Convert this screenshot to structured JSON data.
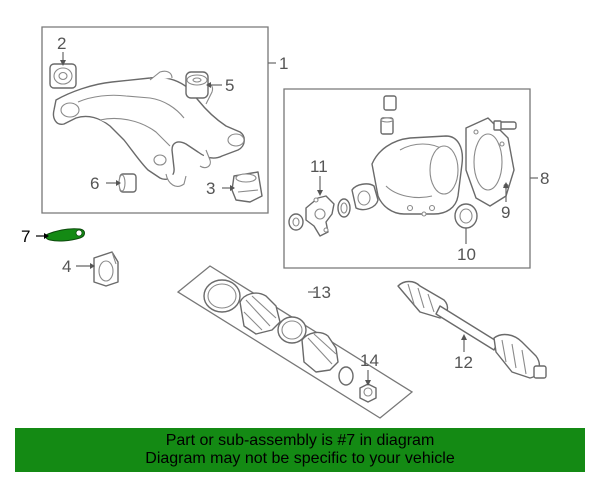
{
  "callouts": {
    "c1": "1",
    "c2": "2",
    "c3": "3",
    "c4": "4",
    "c5": "5",
    "c6": "6",
    "c7": "7",
    "c8": "8",
    "c9": "9",
    "c10": "10",
    "c11": "11",
    "c12": "12",
    "c13": "13",
    "c14": "14"
  },
  "banner": {
    "line1": "Part or sub-assembly is #7 in diagram",
    "line2": "Diagram may not be specific to your vehicle",
    "background": "#148a14"
  },
  "colors": {
    "highlight_part": "#148a14",
    "line": "#6a6a6a"
  }
}
